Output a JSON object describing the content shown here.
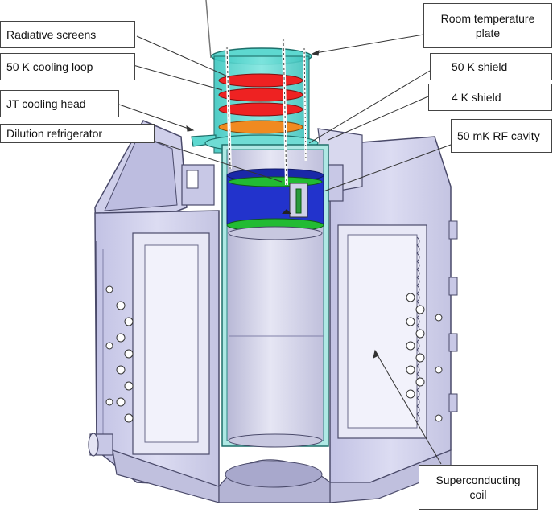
{
  "labels": {
    "radiative_screens": "Radiative screens",
    "cooling_loop_50k": "50 K cooling loop",
    "jt_cooling_head": "JT cooling head",
    "dilution_refrigerator": "Dilution refrigerator",
    "room_temperature_plate": "Room temperature plate",
    "shield_50k": "50 K shield",
    "shield_4k": "4 K shield",
    "rf_cavity_50mk": "50 mK RF cavity",
    "superconducting_coil": "Superconducting coil"
  },
  "colors": {
    "cryostat_body": "#d5d5ee",
    "cryostat_edge": "#4a4a6a",
    "cyan_insert": "#5ed8d0",
    "radiative_screen": "#ee2222",
    "orange_plate": "#f08a20",
    "blue_stage": "#2233cc",
    "green_plate": "#22bb33",
    "rf_cavity": "#dcdcee"
  }
}
